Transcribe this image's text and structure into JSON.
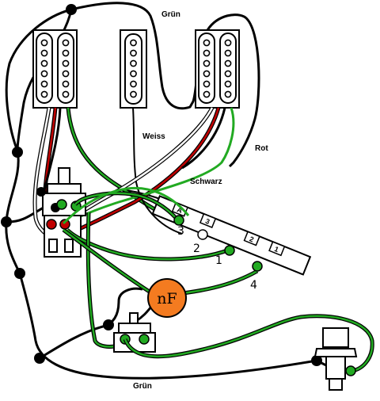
{
  "labels": {
    "gruen_top": "Grün",
    "weiss": "Weiss",
    "rot": "Rot",
    "schwarz": "Schwarz",
    "gruen_bottom": "Grün"
  },
  "capacitor": {
    "text": "nF"
  },
  "switch_tabs": [
    "A",
    "3",
    "2",
    "1"
  ],
  "handwritten_marks": [
    "3",
    "2",
    "1",
    "4"
  ],
  "colors": {
    "wire_green": "#22aa22",
    "wire_red": "#c00000",
    "wire_black": "#000000",
    "capacitor": "#f47b20"
  }
}
